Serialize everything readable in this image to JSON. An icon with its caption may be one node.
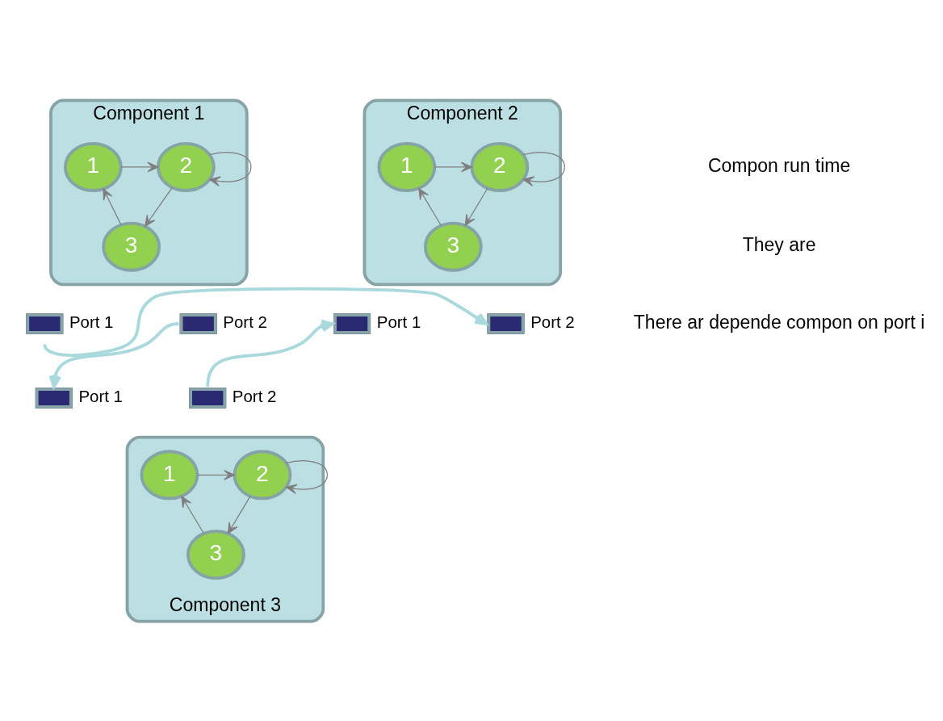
{
  "diagram": {
    "nodes": [
      {
        "text": [
          "Component 1"
        ]
      },
      {
        "text": [
          "1"
        ],
        "in": 0
      },
      {
        "text": [
          "2"
        ],
        "in": 0
      },
      {
        "text": [
          "3"
        ],
        "in": 0
      },
      {
        "text": [],
        "shape": "box",
        "beside": [
          "Port 1"
        ]
      },
      {
        "text": [],
        "shape": "box",
        "beside": [
          "Port 2"
        ]
      },
      {
        "text": [
          "Component 2"
        ]
      },
      {
        "text": [
          "1"
        ],
        "in": 6
      },
      {
        "text": [
          "2"
        ],
        "in": 6
      },
      {
        "text": [
          "3"
        ],
        "in": 6
      },
      {
        "text": [],
        "shape": "box",
        "beside": [
          "Port 1"
        ]
      },
      {
        "text": [],
        "shape": "box",
        "beside": [
          "Port 2"
        ]
      },
      {
        "text": [
          "Component 3"
        ]
      },
      {
        "text": [
          "1"
        ],
        "in": 12
      },
      {
        "text": [
          "2"
        ],
        "in": 12
      },
      {
        "text": [
          "3"
        ],
        "in": 12
      },
      {
        "text": [],
        "shape": "box",
        "beside": [
          "Port 1"
        ]
      },
      {
        "text": [],
        "shape": "box",
        "beside": [
          "Port 2"
        ]
      }
    ],
    "edges": [
      {
        "from": 1,
        "to": 2,
        "arrow": "to"
      },
      {
        "from": 2,
        "to": 2,
        "arrow": "to"
      },
      {
        "from": 2,
        "to": 3,
        "arrow": "to"
      },
      {
        "from": 3,
        "to": 1,
        "arrow": "to"
      },
      {
        "from": 7,
        "to": 8,
        "arrow": "to"
      },
      {
        "from": 8,
        "to": 8,
        "arrow": "to"
      },
      {
        "from": 8,
        "to": 9,
        "arrow": "to"
      },
      {
        "from": 9,
        "to": 7,
        "arrow": "to"
      },
      {
        "from": 13,
        "to": 14,
        "arrow": "to"
      },
      {
        "from": 14,
        "to": 14,
        "arrow": "to"
      },
      {
        "from": 14,
        "to": 15,
        "arrow": "to"
      },
      {
        "from": 15,
        "to": 13,
        "arrow": "to"
      },
      {
        "from": 4,
        "to": 11,
        "arrow": "to",
        "style": "thick",
        "color": "#a9d9dd"
      },
      {
        "from": 5,
        "to": 16,
        "arrow": "to",
        "style": "thick",
        "color": "#a9d9dd"
      },
      {
        "from": 17,
        "to": 10,
        "arrow": "to",
        "style": "thick",
        "color": "#a9d9dd"
      }
    ],
    "labels": [
      "Compon run time",
      "They are",
      "There ar depende compon on port i"
    ]
  }
}
